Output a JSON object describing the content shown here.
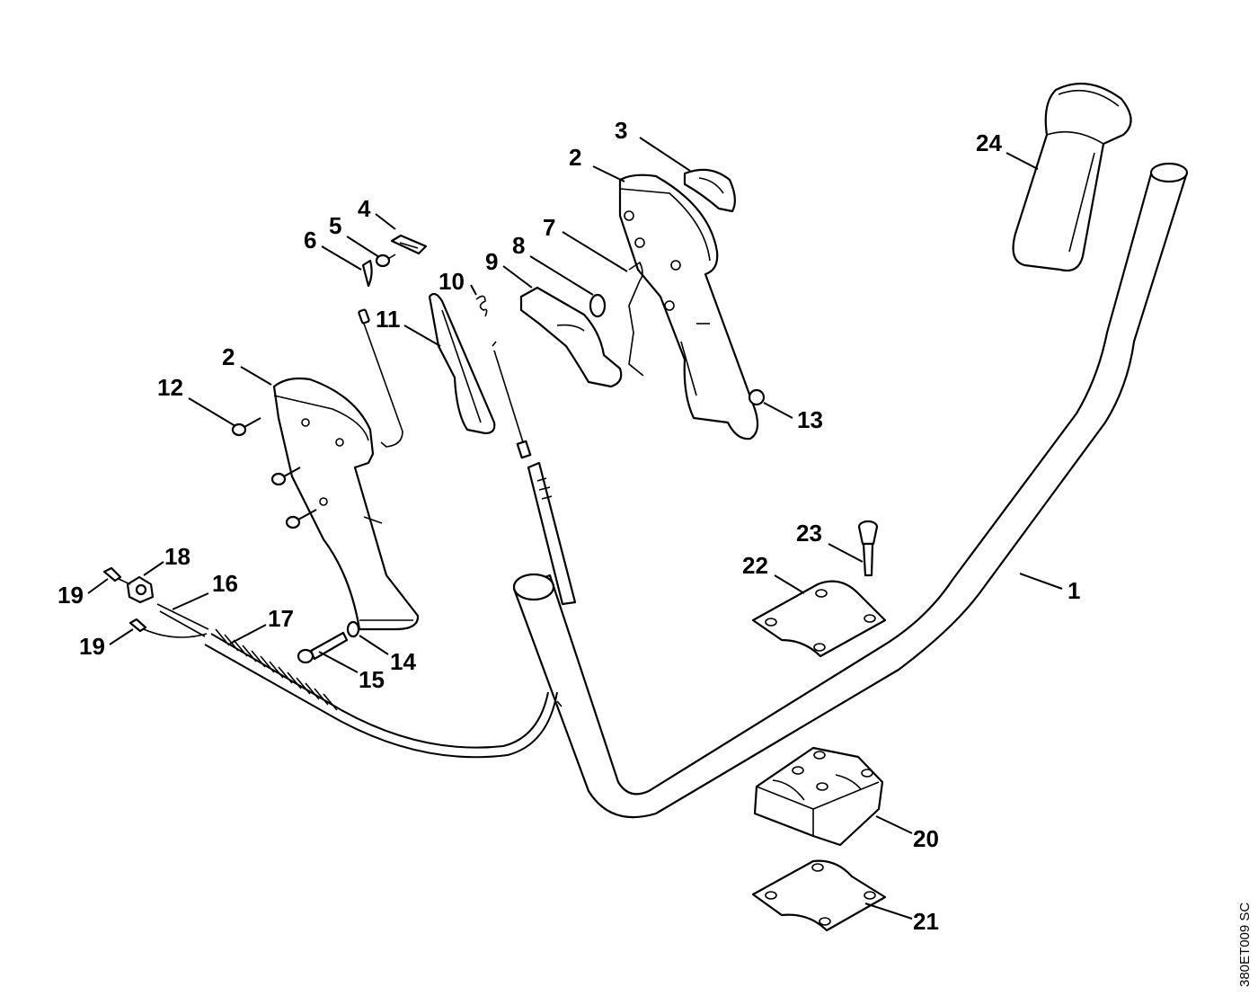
{
  "diagram": {
    "document_id": "380ET009 SC",
    "callouts": [
      {
        "id": "c1",
        "label": "1"
      },
      {
        "id": "c2a",
        "label": "2"
      },
      {
        "id": "c2b",
        "label": "2"
      },
      {
        "id": "c3",
        "label": "3"
      },
      {
        "id": "c4",
        "label": "4"
      },
      {
        "id": "c5",
        "label": "5"
      },
      {
        "id": "c6",
        "label": "6"
      },
      {
        "id": "c7",
        "label": "7"
      },
      {
        "id": "c8",
        "label": "8"
      },
      {
        "id": "c9",
        "label": "9"
      },
      {
        "id": "c10",
        "label": "10"
      },
      {
        "id": "c11",
        "label": "11"
      },
      {
        "id": "c12",
        "label": "12"
      },
      {
        "id": "c13",
        "label": "13"
      },
      {
        "id": "c14",
        "label": "14"
      },
      {
        "id": "c15",
        "label": "15"
      },
      {
        "id": "c16",
        "label": "16"
      },
      {
        "id": "c17",
        "label": "17"
      },
      {
        "id": "c18",
        "label": "18"
      },
      {
        "id": "c19a",
        "label": "19"
      },
      {
        "id": "c19b",
        "label": "19"
      },
      {
        "id": "c20",
        "label": "20"
      },
      {
        "id": "c21",
        "label": "21"
      },
      {
        "id": "c22",
        "label": "22"
      },
      {
        "id": "c23",
        "label": "23"
      },
      {
        "id": "c24",
        "label": "24"
      }
    ]
  }
}
